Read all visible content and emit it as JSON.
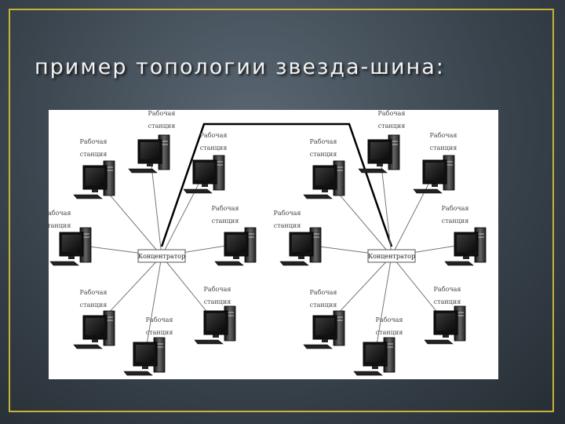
{
  "slide": {
    "title": "пример топологии звезда-шина:"
  },
  "diagram": {
    "hub_label": "Концентратор",
    "workstation_label_line1": "Рабочая",
    "workstation_label_line2": "станция",
    "hubs": [
      {
        "name": "left",
        "workstations": 8
      },
      {
        "name": "right",
        "workstations": 8
      }
    ]
  }
}
